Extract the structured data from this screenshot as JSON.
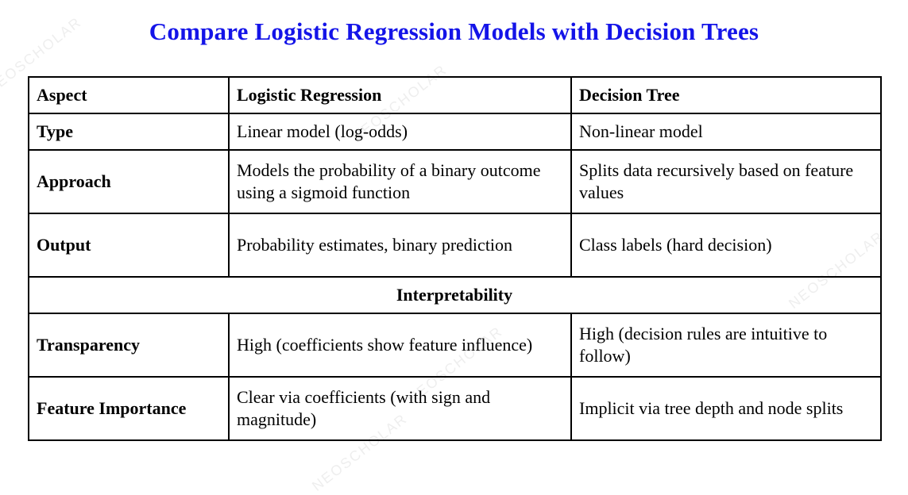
{
  "title": "Compare Logistic Regression Models with Decision Trees",
  "watermark": {
    "text": "NEOSCHOLAR"
  },
  "colors": {
    "title_blue": "#1414e8",
    "border": "#000000",
    "background": "#ffffff"
  },
  "table": {
    "headers": [
      "Aspect",
      "Logistic Regression",
      "Decision Tree"
    ],
    "rows": [
      {
        "aspect": "Type",
        "lr": "Linear model (log-odds)",
        "dt": "Non-linear model"
      },
      {
        "aspect": "Approach",
        "lr": "Models the probability of a binary outcome using a sigmoid function",
        "dt": "Splits data recursively based on feature values"
      },
      {
        "aspect": "Output",
        "lr": "Probability estimates, binary prediction",
        "dt": "Class labels (hard decision)"
      }
    ],
    "section_label": "Interpretability",
    "rows2": [
      {
        "aspect": "Transparency",
        "lr": "High (coefficients show feature influence)",
        "dt": "High (decision rules are intuitive to follow)"
      },
      {
        "aspect": "Feature Importance",
        "lr": "Clear via coefficients (with sign and magnitude)",
        "dt": "Implicit via tree depth and node splits"
      }
    ]
  }
}
